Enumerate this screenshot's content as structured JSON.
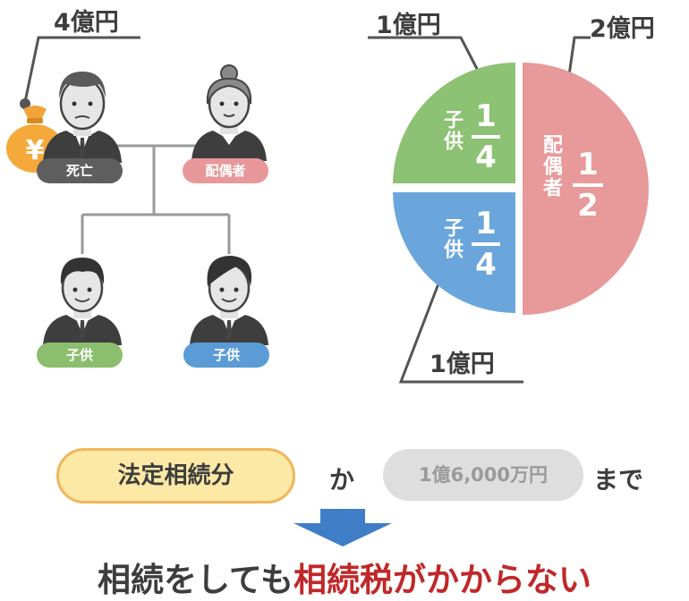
{
  "family": {
    "deceased_amount": "4億円",
    "deceased_label": "死亡",
    "spouse_label": "配偶者",
    "child1_label": "子供",
    "child2_label": "子供",
    "yen_symbol": "¥"
  },
  "pie": {
    "spouse": {
      "amount": "2億円",
      "label": "配偶者",
      "num": "1",
      "den": "2",
      "fraction": 0.5,
      "color": "#e8999a"
    },
    "child_top": {
      "amount": "1億円",
      "label": "子供",
      "num": "1",
      "den": "4",
      "fraction": 0.25,
      "color": "#8dc173"
    },
    "child_bottom": {
      "amount": "1億円",
      "label": "子供",
      "num": "1",
      "den": "4",
      "fraction": 0.25,
      "color": "#6aa6dc"
    }
  },
  "rule": {
    "legal_share": "法定相続分",
    "or": "か",
    "threshold": "1億6,000万円",
    "until": "まで"
  },
  "conclusion": {
    "part1": "相続をしても",
    "part2": "相続税",
    "part3": "がかからない"
  }
}
